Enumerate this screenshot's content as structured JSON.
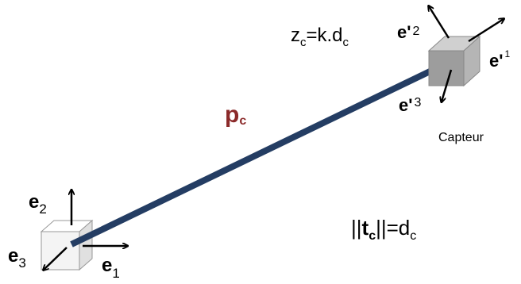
{
  "origin_frame": {
    "e1": {
      "base": "e",
      "sub": "1"
    },
    "e2": {
      "base": "e",
      "sub": "2"
    },
    "e3": {
      "base": "e",
      "sub": "3"
    }
  },
  "sensor_frame": {
    "e1p": {
      "base": "e'",
      "sub": "1"
    },
    "e2p": {
      "base": "e'",
      "sub": "2"
    },
    "e3p": {
      "base": "e'",
      "sub": "3"
    },
    "caption": "Capteur"
  },
  "vector_label": {
    "base": "p",
    "sub": "c"
  },
  "depth_equation": {
    "z": "z",
    "z_sub": "c",
    "rhs": "=k.d",
    "rhs_sub": "c"
  },
  "norm_equation": {
    "left": "||",
    "t": "t",
    "t_sub": "c",
    "right": "||=d",
    "right_sub": "c"
  },
  "colors": {
    "vector": "#243d63",
    "vector_label": "#8b2a2a",
    "box_origin": "#f2f2f2",
    "box_sensor": "#9a9a9a"
  }
}
